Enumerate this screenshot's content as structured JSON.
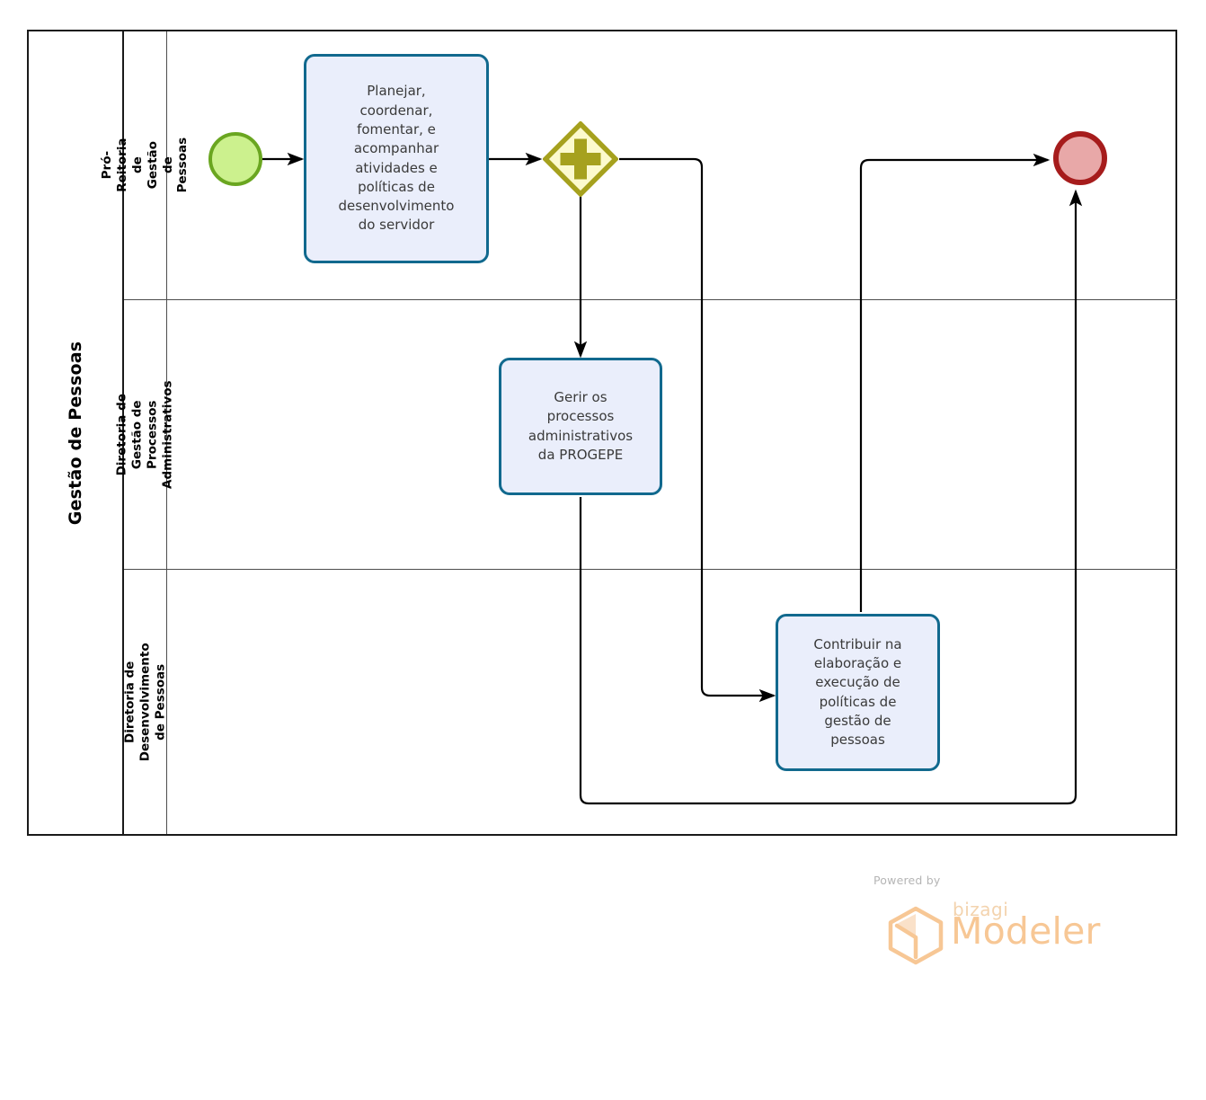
{
  "diagram": {
    "type": "bpmn-process-diagram",
    "pool": {
      "title": "Gestão de Pessoas",
      "lanes": [
        {
          "id": "lane-pro-reitoria",
          "title": "Pró-Reitoria de Gestão de\nPessoas"
        },
        {
          "id": "lane-processos-administrativos",
          "title": "Diretoria de Gestão de\nProcessos Administrativos"
        },
        {
          "id": "lane-desenvolvimento-pessoas",
          "title": "Diretoria de Desenvolvimento\nde Pessoas"
        }
      ]
    },
    "nodes": {
      "start_event": {
        "id": "start",
        "type": "start-event",
        "label": ""
      },
      "task_planejar": {
        "id": "task-1",
        "type": "task",
        "label": "Planejar,\ncoordenar,\nfomentar, e\nacompanhar\natividades e\npolíticas de\ndesenvolvimento\ndo servidor"
      },
      "gateway_parallel": {
        "id": "gateway-1",
        "type": "parallel-gateway",
        "symbol": "+",
        "label": ""
      },
      "task_gerir": {
        "id": "task-2",
        "type": "task",
        "label": "Gerir os\nprocessos\nadministrativos\nda PROGEPE"
      },
      "task_contribuir": {
        "id": "task-3",
        "type": "task",
        "label": "Contribuir na\nelaboração e\nexecução de\npolíticas de\ngestão de\npessoas"
      },
      "end_event": {
        "id": "end",
        "type": "end-event",
        "label": ""
      }
    },
    "colors": {
      "task_border": "#11698e",
      "task_fill": "#eaeefb",
      "start_border": "#6aa620",
      "start_fill": "#ccf18e",
      "end_border": "#a61c1c",
      "end_fill": "#e8a8a8",
      "gateway_border": "#a6a11e",
      "gateway_fill": "#fcfacd",
      "gateway_symbol": "#a6a11e",
      "flow_stroke": "#000000",
      "pool_border": "#1a1a1a",
      "lane_border": "#4d4d4d"
    }
  },
  "watermark": {
    "powered_by": "Powered by",
    "brand": "bizagi",
    "product": "Modeler"
  }
}
